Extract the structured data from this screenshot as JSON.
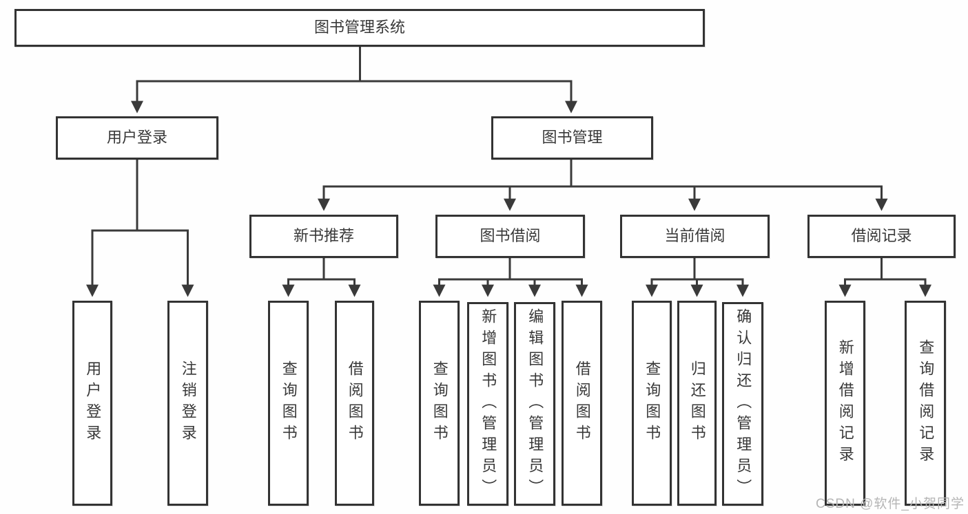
{
  "diagram": {
    "root": {
      "label": "图书管理系统"
    },
    "branches": [
      {
        "label": "用户登录",
        "children": [
          {
            "label": "用户登录"
          },
          {
            "label": "注销登录"
          }
        ]
      },
      {
        "label": "图书管理",
        "sections": [
          {
            "label": "新书推荐",
            "children": [
              {
                "label": "查询图书"
              },
              {
                "label": "借阅图书"
              }
            ]
          },
          {
            "label": "图书借阅",
            "children": [
              {
                "label": "查询图书"
              },
              {
                "label": "新增图书（管理员）"
              },
              {
                "label": "编辑图书（管理员）"
              },
              {
                "label": "借阅图书"
              }
            ]
          },
          {
            "label": "当前借阅",
            "children": [
              {
                "label": "查询图书"
              },
              {
                "label": "归还图书"
              },
              {
                "label": "确认归还（管理员）"
              }
            ]
          },
          {
            "label": "借阅记录",
            "children": [
              {
                "label": "新增借阅记录"
              },
              {
                "label": "查询借阅记录"
              }
            ]
          }
        ]
      }
    ]
  },
  "watermark": "CSDN @软件_小贺同学",
  "colors": {
    "line": "#3a3a3a",
    "border": "#333333",
    "text": "#383838",
    "watermark": "#b5b5b5",
    "background": "#fefefe"
  }
}
